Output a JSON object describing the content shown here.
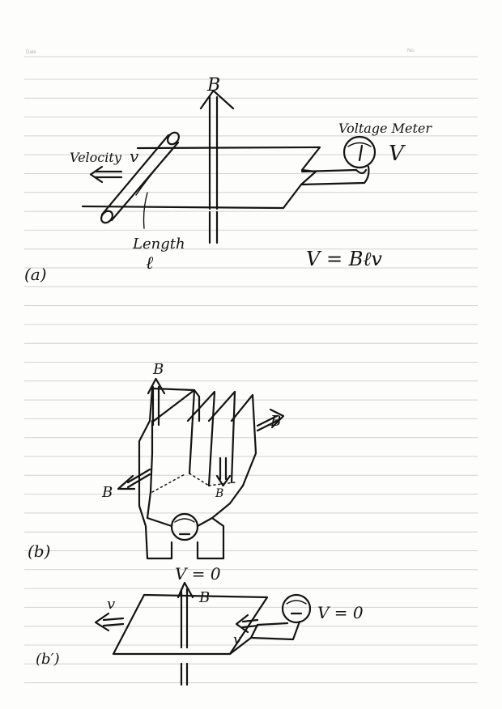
{
  "header": {
    "date_label": "Date",
    "no_label": "No."
  },
  "panel_a": {
    "label": "(a)",
    "field_label": "B",
    "velocity_label": "Velocity",
    "velocity_symbol": "v",
    "length_label": "Length",
    "length_symbol": "ℓ",
    "meter_label": "Voltage Meter",
    "voltage_symbol": "V",
    "equation": "V = Bℓv"
  },
  "panel_b": {
    "label": "(b)",
    "field_label_top": "B",
    "field_label_right": "B",
    "field_label_left": "B",
    "field_label_down": "B"
  },
  "panel_b_prime": {
    "label": "(b′)",
    "voltage_top": "V = 0",
    "field_label": "B",
    "velocity_left": "v",
    "velocity_right": "v",
    "voltage_right": "V = 0"
  }
}
